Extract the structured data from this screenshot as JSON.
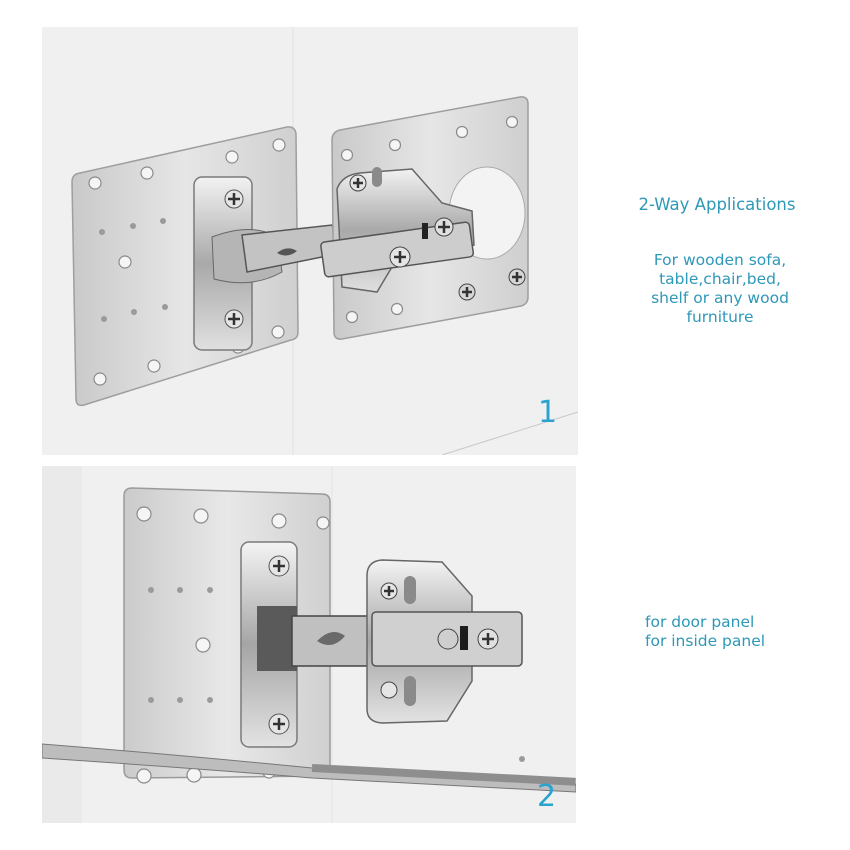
{
  "panels": [
    {
      "number_label": "1",
      "subject": "hinge repair plates on cabinet corner"
    },
    {
      "number_label": "2",
      "subject": "hinge repair plate on door panel with screwdriver"
    }
  ],
  "captions": {
    "title": "2-Way Applications",
    "description_lines": [
      "For wooden sofa,",
      "table,chair,bed,",
      "shelf or any wood",
      "furniture"
    ],
    "panel2_lines": [
      "for door panel",
      "for inside panel"
    ]
  },
  "colors": {
    "accent_text": "#2e98b8",
    "number_label": "#2aa3cf",
    "panel_background": "#efefef",
    "plate_metal": "#d9d9d9"
  }
}
